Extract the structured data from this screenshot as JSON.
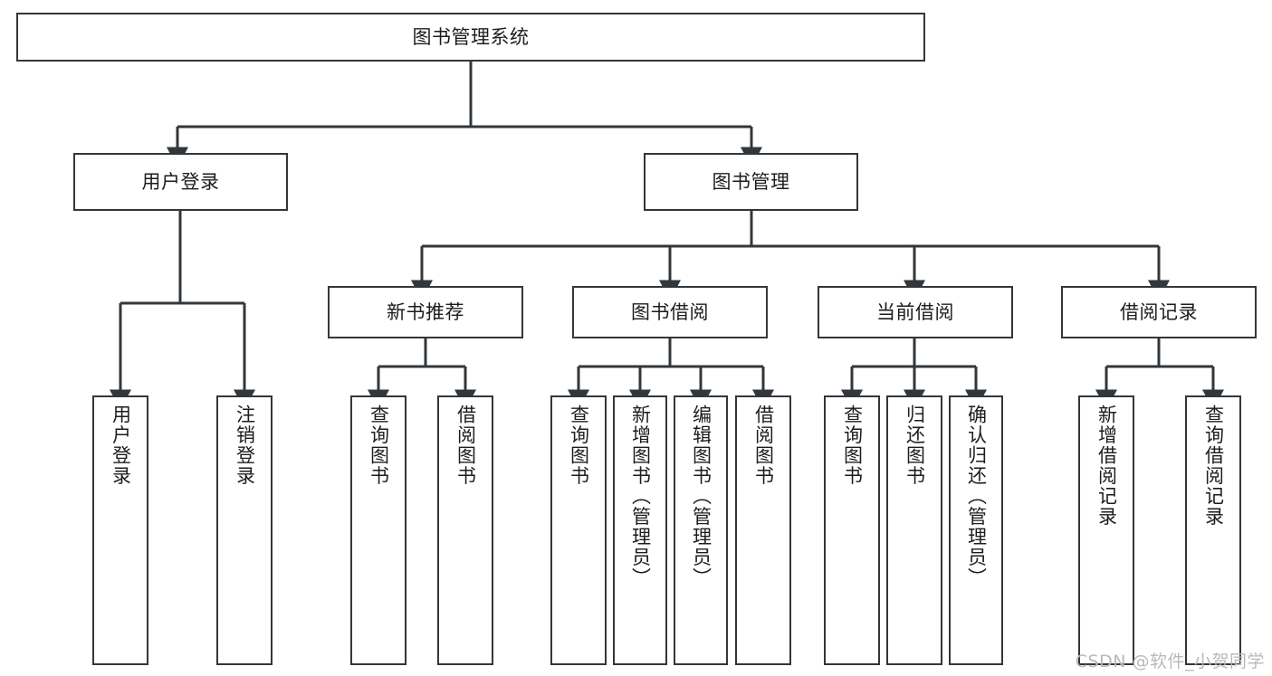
{
  "diagram": {
    "type": "tree",
    "title": "图书管理系统",
    "watermark": "CSDN @软件_小贺同学",
    "colors": {
      "stroke": "#32373b",
      "fill": "#ffffff",
      "text": "#1d1d1d",
      "watermark": "#b9b9b9"
    },
    "levels": {
      "root": {
        "label": "图书管理系统"
      },
      "level2": [
        {
          "label": "用户登录"
        },
        {
          "label": "图书管理"
        }
      ],
      "level3": [
        {
          "label": "新书推荐"
        },
        {
          "label": "图书借阅"
        },
        {
          "label": "当前借阅"
        },
        {
          "label": "借阅记录"
        }
      ],
      "leaves": {
        "user_login": [
          {
            "label": "用户登录"
          },
          {
            "label": "注销登录"
          }
        ],
        "new_book_recommend": [
          {
            "label": "查询图书"
          },
          {
            "label": "借阅图书"
          }
        ],
        "book_borrow": [
          {
            "label": "查询图书"
          },
          {
            "label": "新增图书（管理员）"
          },
          {
            "label": "编辑图书（管理员）"
          },
          {
            "label": "借阅图书"
          }
        ],
        "current_borrow": [
          {
            "label": "查询图书"
          },
          {
            "label": "归还图书"
          },
          {
            "label": "确认归还（管理员）"
          }
        ],
        "borrow_records": [
          {
            "label": "新增借阅记录"
          },
          {
            "label": "查询借阅记录"
          }
        ]
      }
    }
  }
}
